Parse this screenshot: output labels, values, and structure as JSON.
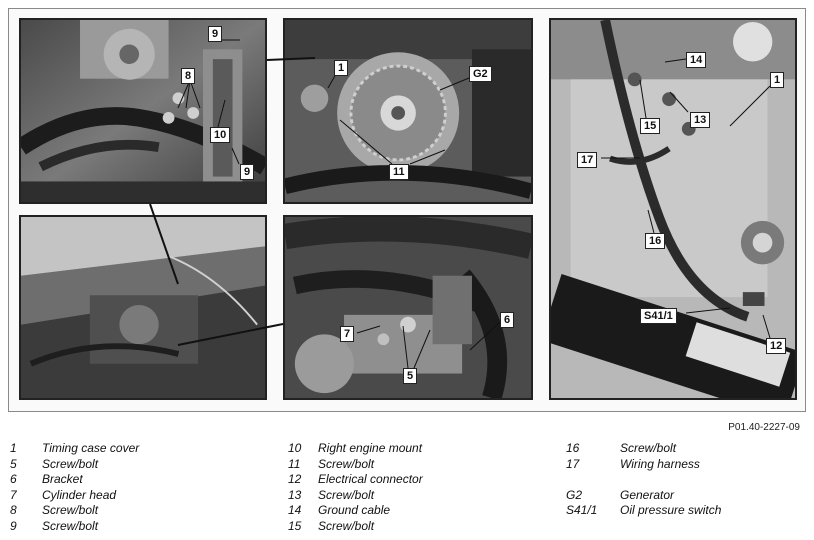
{
  "figure": {
    "reference_code": "P01.40-2227-09",
    "callouts": {
      "p1": [
        "9",
        "8",
        "10",
        "9"
      ],
      "p2": [
        "1",
        "G2",
        "11"
      ],
      "p3": [
        "14",
        "1",
        "15",
        "13",
        "17",
        "16",
        "S41/1",
        "12"
      ],
      "p5": [
        "7",
        "6",
        "5"
      ]
    }
  },
  "legend": {
    "col1": [
      {
        "num": "1",
        "text": "Timing case cover"
      },
      {
        "num": "5",
        "text": "Screw/bolt"
      },
      {
        "num": "6",
        "text": "Bracket"
      },
      {
        "num": "7",
        "text": "Cylinder head"
      },
      {
        "num": "8",
        "text": "Screw/bolt"
      },
      {
        "num": "9",
        "text": "Screw/bolt"
      }
    ],
    "col2": [
      {
        "num": "10",
        "text": "Right engine mount"
      },
      {
        "num": "11",
        "text": "Screw/bolt"
      },
      {
        "num": "12",
        "text": "Electrical connector"
      },
      {
        "num": "13",
        "text": "Screw/bolt"
      },
      {
        "num": "14",
        "text": "Ground cable"
      },
      {
        "num": "15",
        "text": "Screw/bolt"
      }
    ],
    "col3a": [
      {
        "num": "16",
        "text": "Screw/bolt"
      },
      {
        "num": "17",
        "text": "Wiring harness"
      }
    ],
    "col3b": [
      {
        "num": "G2",
        "text": "Generator"
      },
      {
        "num": "S41/1",
        "text": "Oil pressure switch"
      }
    ]
  }
}
